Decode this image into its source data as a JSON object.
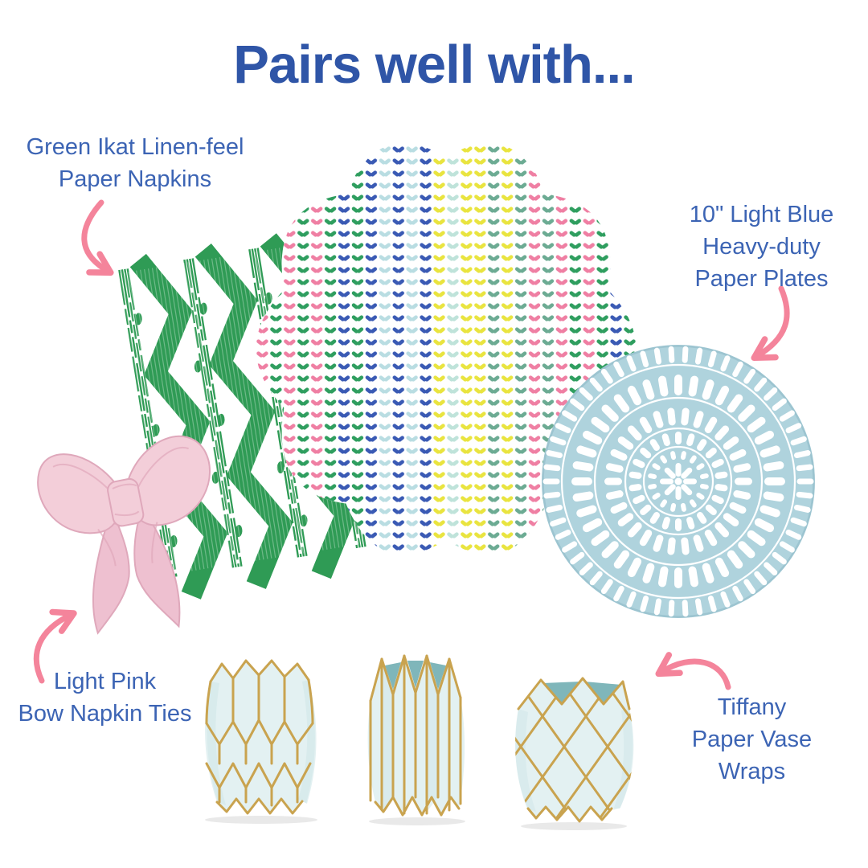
{
  "title": "Pairs well with...",
  "colors": {
    "background": "#ffffff",
    "title_text": "#2f55a7",
    "label_text": "#3c64b4",
    "arrow_pink": "#f4849b",
    "napkin_green": "#2f9b55",
    "placemat_base": "#ffffff",
    "plate_blue": "#afd3dd",
    "plate_rim_edge": "#9cc4d0",
    "bow_pink": "#f3ced9",
    "bow_pink_deep": "#eec0d0",
    "bow_shade": "#dfa8bb",
    "vase_blue": "#e3f1f2",
    "vase_shade": "#cfe6e8",
    "vase_teal": "#7fb6ba",
    "gold": "#c9a34f"
  },
  "labels": {
    "napkins": {
      "lines": [
        "Green Ikat Linen-feel",
        "Paper Napkins"
      ]
    },
    "plates": {
      "lines": [
        "10\" Light Blue",
        "Heavy-duty",
        "Paper Plates"
      ]
    },
    "bows": {
      "lines": [
        "Light Pink",
        "Bow Napkin Ties"
      ]
    },
    "vases": {
      "lines": [
        "Tiffany",
        "Paper Vase",
        "Wraps"
      ]
    }
  },
  "placemat": {
    "stripe_colors": [
      "#ef7fa3",
      "#2f9e5f",
      "#ef7fa3",
      "#2f9e5f",
      "#ef7fa3",
      "#2f9e5f",
      "#3a5ab4",
      "#2f9e5f",
      "#3a5ab4",
      "#b9dde2",
      "#3a5ab4",
      "#b9dde2",
      "#3a5ab4",
      "#e9e43f",
      "#bfe3da",
      "#e9e43f",
      "#e9e43f",
      "#6cab93",
      "#e9e43f",
      "#6cab93",
      "#ef7fa3",
      "#6cab93",
      "#ef7fa3",
      "#2f9e5f",
      "#ef7fa3",
      "#2f9e5f",
      "#3a5ab4",
      "#2f9e5f"
    ]
  }
}
